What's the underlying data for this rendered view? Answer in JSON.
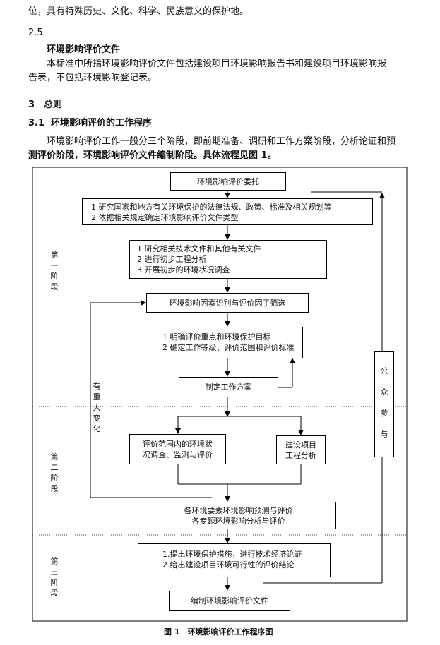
{
  "para_top": "位，具有特殊历史、文化、科学、民族意义的保护地。",
  "sec_2_5": {
    "number": "2.5",
    "heading": "环境影响评价文件",
    "line1": "本标准中所指环境影响评价文件包括建设项目环境影响报告书和建设项目环境影响报",
    "line2": "告表，不包括环境影响登记表。"
  },
  "sec_3": {
    "number": "3",
    "heading": "总则"
  },
  "sec_3_1": {
    "number": "3.1",
    "heading": "环境影响评价的工作程序",
    "line1": "环境影响评价工作一般分三个阶段，即前期准备、调研和工作方案阶段，分析论证和预",
    "line2": "测评价阶段，环境影响评价文件编制阶段。具体流程见图 1。"
  },
  "flow": {
    "stage1": "第一阶段",
    "stage2": "第二阶段",
    "stage3": "第三阶段",
    "major_change": "有重大变化",
    "public": "公众参与",
    "entrust": "环境影响评价委托",
    "study_laws": [
      "1 研究国家和地方有关环境保护的法律法规、政策、标准及相关规划等",
      "2 依据相关规定确定环境影响评价文件类型"
    ],
    "prelim": [
      "1 研究相关技术文件和其他有关文件",
      "2 进行初步工程分析",
      "3 开展初步的环境状况调查"
    ],
    "screening": "环境影响因素识别与评价因子筛选",
    "focus": [
      "1 明确评价重点和环境保护目标",
      "2 确定工作等级、评价范围和评价标准"
    ],
    "plan": "制定工作方案",
    "survey": [
      "评价范围内的环境状",
      "况调查、监测与评价"
    ],
    "eng_analysis": [
      "建设项目",
      "工程分析"
    ],
    "prediction": [
      "各环境要素环境影响预测与评价",
      "各专题环境影响分析与评价"
    ],
    "measures": [
      "1.提出环境保护措施，进行技术经济论证",
      "2.给出建设项目环境可行性的评价结论"
    ],
    "compile": "编制环境影响评价文件"
  },
  "caption": "图 1　环境影响评价工作程序图"
}
